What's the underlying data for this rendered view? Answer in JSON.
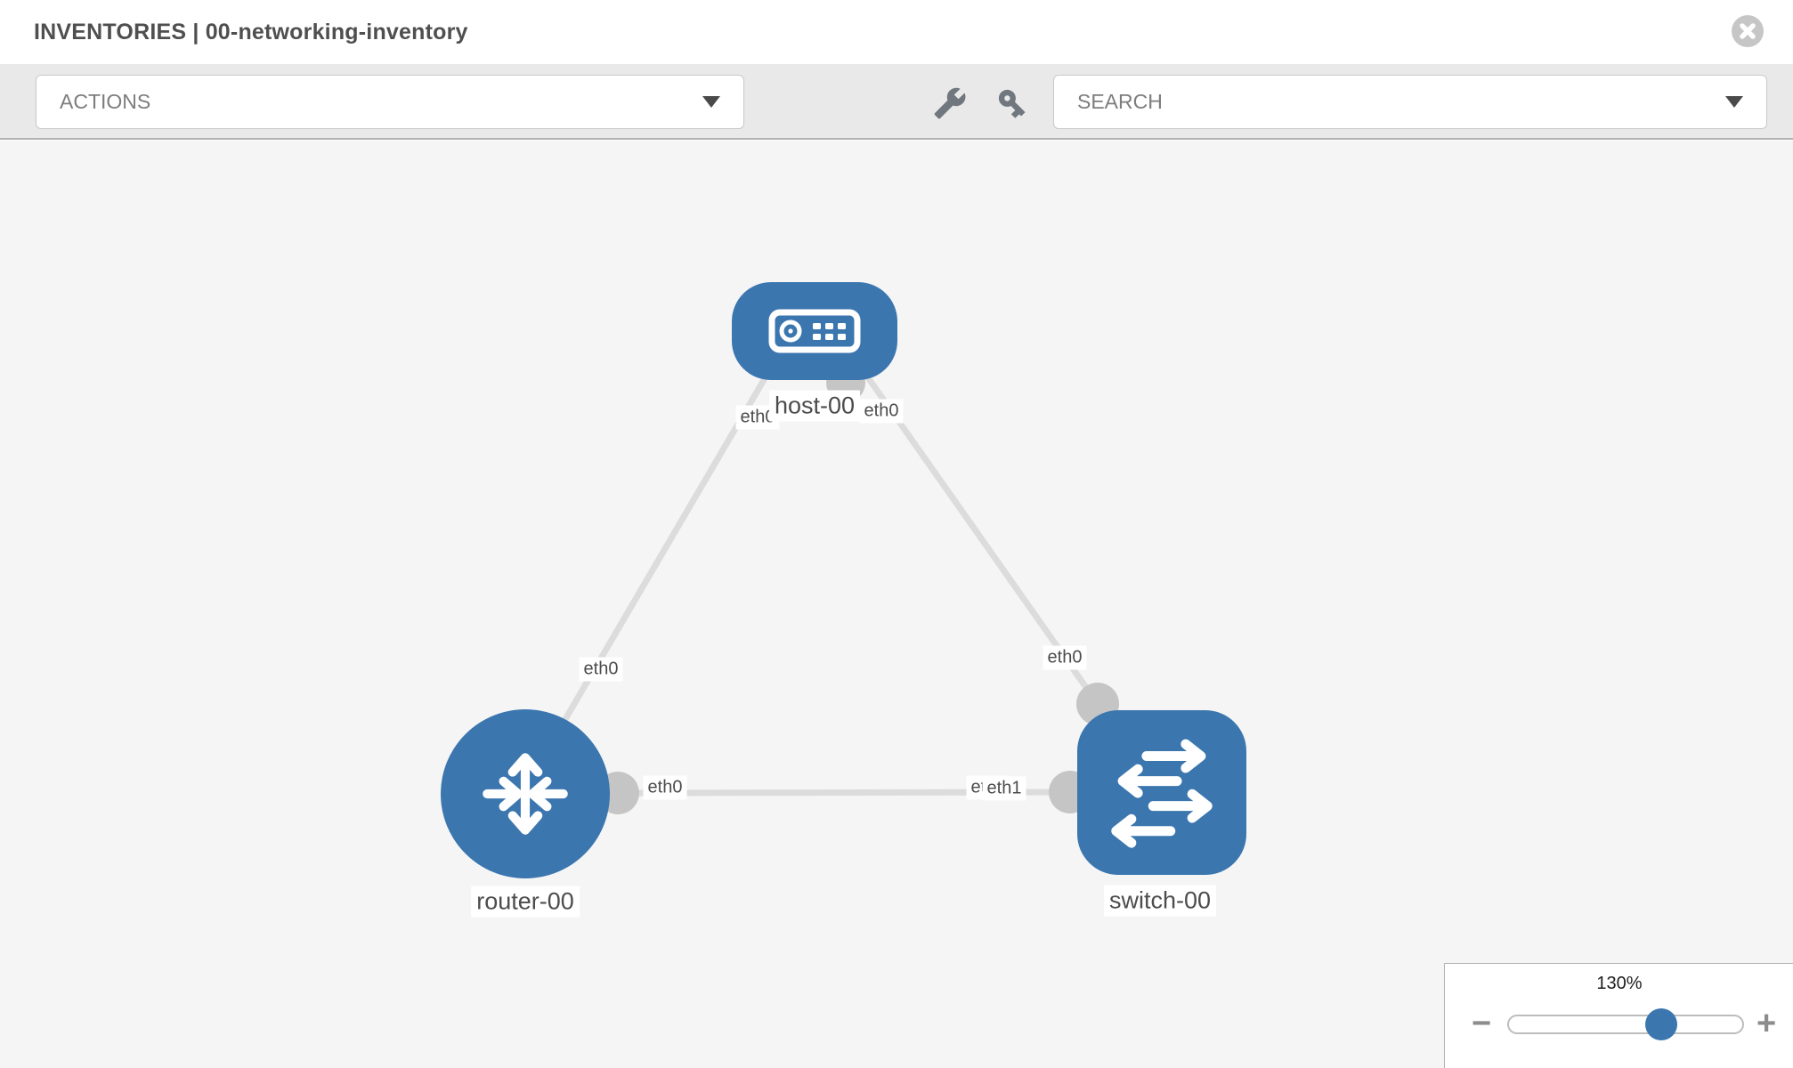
{
  "header": {
    "title": "INVENTORIES | 00-networking-inventory"
  },
  "toolbar": {
    "actions_label": "ACTIONS",
    "search_label": "SEARCH",
    "icons": [
      "wrench-icon",
      "key-icon",
      "chevron-down-icon",
      "x-circle-icon"
    ]
  },
  "topology": {
    "nodes": [
      {
        "id": "host-00",
        "label": "host-00",
        "type": "host",
        "icon": "host-icon"
      },
      {
        "id": "router-00",
        "label": "router-00",
        "type": "router",
        "icon": "router-icon"
      },
      {
        "id": "switch-00",
        "label": "switch-00",
        "type": "switch",
        "icon": "switch-icon"
      }
    ],
    "links": [
      {
        "from": "host-00",
        "to": "router-00",
        "from_if": "eth0",
        "to_if": "eth0"
      },
      {
        "from": "host-00",
        "to": "switch-00",
        "from_if": "eth0",
        "to_if": "eth0"
      },
      {
        "from": "router-00",
        "to": "switch-00",
        "from_if": "eth0",
        "to_if": "eth1",
        "to_if_hidden_behind": "eth0"
      }
    ]
  },
  "zoom": {
    "level": "130%",
    "minus": "−",
    "plus": "+"
  },
  "colors": {
    "node_blue": "#3b76af",
    "port_gray": "#c5c5c5",
    "link_gray": "#dcdcdc",
    "canvas_bg": "#f5f5f5",
    "toolbar_bg": "#e9e9e9"
  }
}
